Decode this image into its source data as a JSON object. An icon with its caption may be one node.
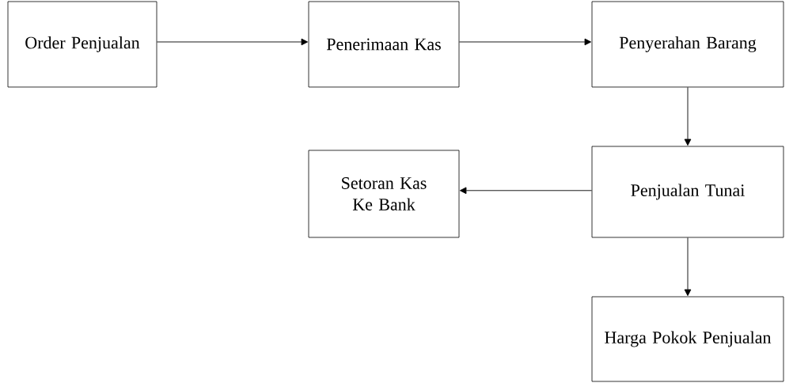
{
  "diagram": {
    "nodes": [
      {
        "text": [
          "Order Penjualan"
        ]
      },
      {
        "text": [
          "Penerimaan Kas"
        ]
      },
      {
        "text": [
          "Penyerahan Barang"
        ]
      },
      {
        "text": [
          "Setoran Kas Ke Bank"
        ]
      },
      {
        "text": [
          "Penjualan Tunai"
        ]
      },
      {
        "text": [
          "Harga Pokok Penjualan"
        ]
      }
    ],
    "edges": [
      {
        "from": 0,
        "to": 1,
        "arrow": "to"
      },
      {
        "from": 1,
        "to": 2,
        "arrow": "to"
      },
      {
        "from": 2,
        "to": 4,
        "arrow": "to"
      },
      {
        "from": 4,
        "to": 3,
        "arrow": "to"
      },
      {
        "from": 4,
        "to": 5,
        "arrow": "to"
      }
    ]
  }
}
